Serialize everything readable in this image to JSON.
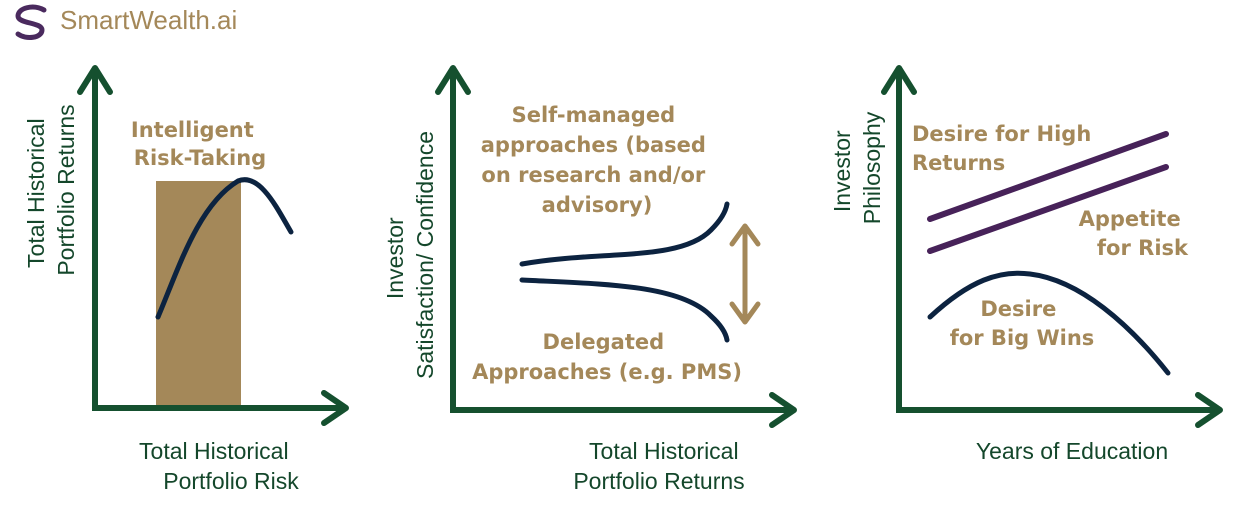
{
  "brand": {
    "name": "SmartWealth.ai",
    "logo_icon": "s-logo-icon",
    "colors": {
      "logo": "#4a2a5e",
      "text": "#a48859"
    }
  },
  "colors": {
    "axis": "#15502f",
    "axis_label": "#14472b",
    "annotation": "#a48859",
    "curve": "#0c2340",
    "highlight_bar": "#a48859",
    "lines": "#472259"
  },
  "panels": [
    {
      "y_label": [
        "Total Historical",
        "Portfolio Returns"
      ],
      "x_label": [
        "Total Historical",
        "Portfolio Risk"
      ],
      "annotation": [
        "Intelligent",
        "Risk-Taking"
      ]
    },
    {
      "y_label": [
        "Investor",
        "Satisfaction/ Confidence"
      ],
      "x_label": [
        "Total Historical",
        "Portfolio Returns"
      ],
      "annotation_top": [
        "Self-managed",
        "approaches (based",
        "on research and/or",
        "advisory)"
      ],
      "annotation_bottom": [
        "Delegated",
        "Approaches (e.g. PMS)"
      ],
      "arrow_icon": "double-arrow-vertical-icon"
    },
    {
      "y_label": [
        "Investor",
        "Philosophy"
      ],
      "x_label": [
        "Years of Education"
      ],
      "annotation_line1": [
        "Desire for High",
        "Returns"
      ],
      "annotation_line2": [
        "Appetite",
        "for Risk"
      ],
      "annotation_curve": [
        "Desire",
        "for Big Wins"
      ]
    }
  ]
}
